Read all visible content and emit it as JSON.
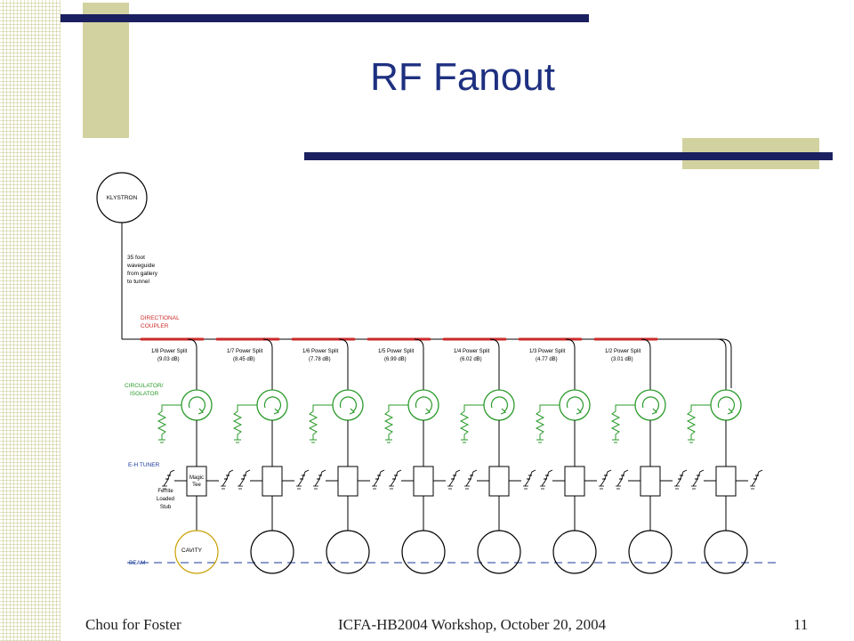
{
  "slide": {
    "title": "RF Fanout",
    "footer_left": "Chou for Foster",
    "footer_center": "ICFA-HB2004 Workshop, October 20, 2004",
    "page_number": "11"
  },
  "diagram": {
    "klystron_label": "KLYSTRON",
    "waveguide_note": [
      "35 foot",
      "waveguide",
      "from gallery",
      "to tunnel"
    ],
    "directional_coupler_label": [
      "DIRECTIONAL",
      "COUPLER"
    ],
    "power_splits": [
      [
        "1/8 Power Split",
        "(9.03 dB)"
      ],
      [
        "1/7 Power Split",
        "(8.45 dB)"
      ],
      [
        "1/6 Power Split",
        "(7.78 dB)"
      ],
      [
        "1/5 Power Split",
        "(6.99 dB)"
      ],
      [
        "1/4 Power Split",
        "(6.02 dB)"
      ],
      [
        "1/3 Power Split",
        "(4.77 dB)"
      ],
      [
        "1/2 Power Split",
        "(3.01 dB)"
      ]
    ],
    "circulator_label": [
      "CIRCULATOR/",
      "ISOLATOR"
    ],
    "eh_tuner_label": "E-H TUNER",
    "magic_tee_label": [
      "Magic",
      "Tee"
    ],
    "ferrite_stub_label": [
      "Ferrite",
      "Loaded",
      "Stub"
    ],
    "cavity_label": "CAVITY",
    "beam_label": "BEAM",
    "colors": {
      "accent_red": "#cc2a2a",
      "label_green": "#2a9a2a",
      "label_blue": "#1a3a9a"
    }
  }
}
